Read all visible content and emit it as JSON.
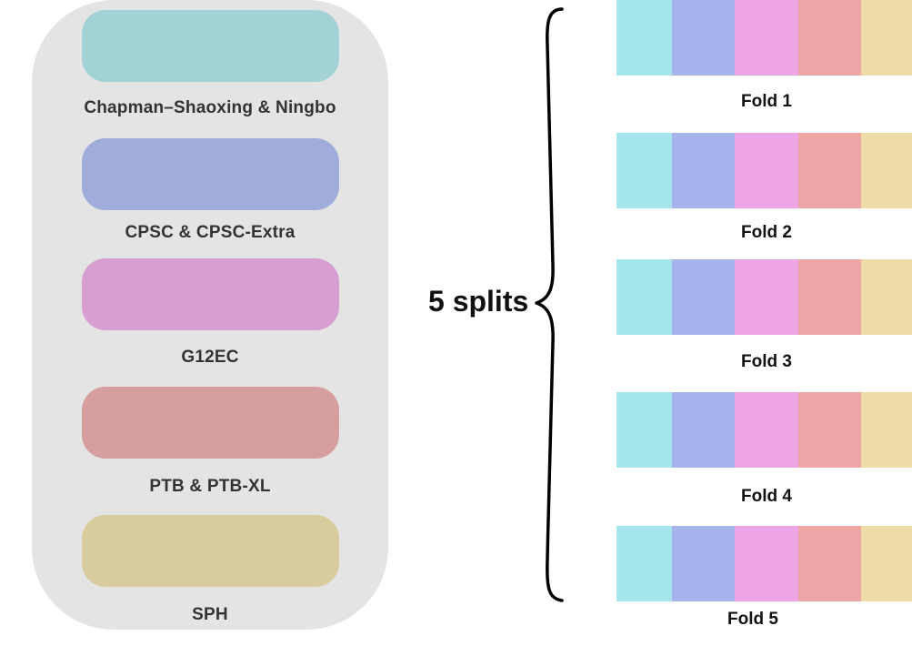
{
  "datasets": [
    {
      "name": "Chapman–Shaoxing & Ningbo",
      "color": "#a3d2d6"
    },
    {
      "name": "CPSC & CPSC-Extra",
      "color": "#a0acd9"
    },
    {
      "name": "G12EC",
      "color": "#d79ed2"
    },
    {
      "name": "PTB & PTB-XL",
      "color": "#d79e9f"
    },
    {
      "name": "SPH",
      "color": "#d8cc9e"
    }
  ],
  "splits_label": "5 splits",
  "fold_colors": [
    "#a5e5ec",
    "#a5b2ec",
    "#eda5e5",
    "#eda5a5",
    "#eddca5"
  ],
  "folds": [
    "Fold 1",
    "Fold 2",
    "Fold 3",
    "Fold 4",
    "Fold 5"
  ]
}
